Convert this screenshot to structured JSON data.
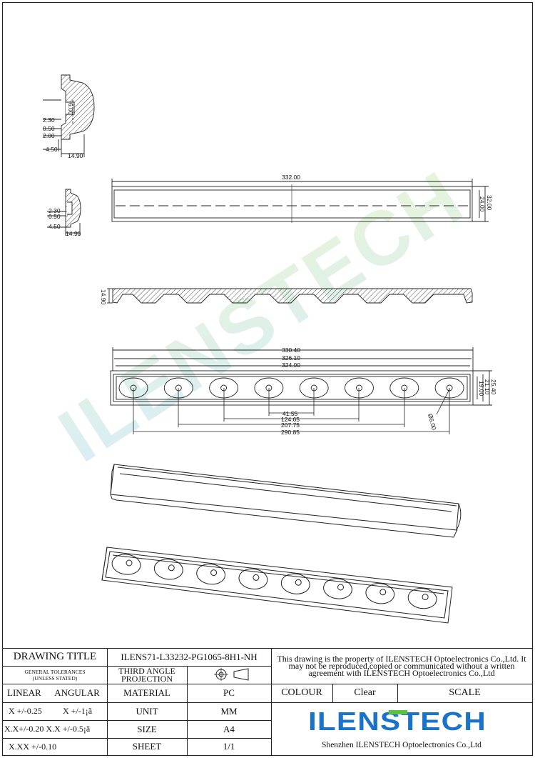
{
  "drawing": {
    "profile_dims": {
      "d_230": "2.30",
      "d_050": "0.50",
      "d_200": "2.00",
      "d_450": "4.50",
      "d_1490": "14.90",
      "d_600": "6.00"
    },
    "small_profile_dims": {
      "d_230": "2.30",
      "d_050": "0.50",
      "d_450": "4.50",
      "d_1490": "14.90"
    },
    "top_view_dims": {
      "length": "332.00",
      "width_outer": "32.00",
      "width_inner": "24.00"
    },
    "side_view_dims": {
      "height": "14.90"
    },
    "lens_view_dims": {
      "w1": "330.40",
      "w2": "326.10",
      "w3": "324.00",
      "h1": "25.40",
      "h2": "21.10",
      "h3": "19.00",
      "p1": "41.55",
      "p2": "124.65",
      "p3": "207.75",
      "p4": "290.85",
      "hole": "Ø6.00"
    },
    "watermark": "ILENSTECH"
  },
  "title_block": {
    "drawing_title_label": "DRAWING TITLE",
    "drawing_title_value": "ILENS71-L33232-PG1065-8H1-NH",
    "ownership_note": "This drawing is the property of ILENSTECH Optoelectronics Co.,Ltd. It may not be reproduced,copied or communicated without a written agreement with ILENSTECH Optoelectronics Co.,Ltd",
    "general_tolerances": "GENERAL TOLERANCES",
    "unless_stated": "(UNLESS STATED)",
    "projection_line1": "THIRD ANGLE",
    "projection_line2": "PROJECTION",
    "linear_label": "LINEAR",
    "angular_label": "ANGULAR",
    "tol_x": "X  +/-0.25",
    "tol_angle_x": "X  +/-1¡ã",
    "tol_xx_combined": "X.X+/-0.20 X.X +/-0.5¡ã",
    "tol_xxx": "X.XX +/-0.10",
    "material_label": "MATERIAL",
    "material_value": "PC",
    "unit_label": "UNIT",
    "unit_value": "MM",
    "size_label": "SIZE",
    "size_value": "A4",
    "sheet_label": "SHEET",
    "sheet_value": "1/1",
    "colour_label": "COLOUR",
    "colour_value": "Clear",
    "scale_label": "SCALE",
    "logo_text": "ILENSTECH",
    "company_name": "Shenzhen ILENSTECH Optoelectronics Co.,Ltd",
    "logo_colors": {
      "blue": "#1a73c9",
      "green": "#5cc043"
    }
  }
}
